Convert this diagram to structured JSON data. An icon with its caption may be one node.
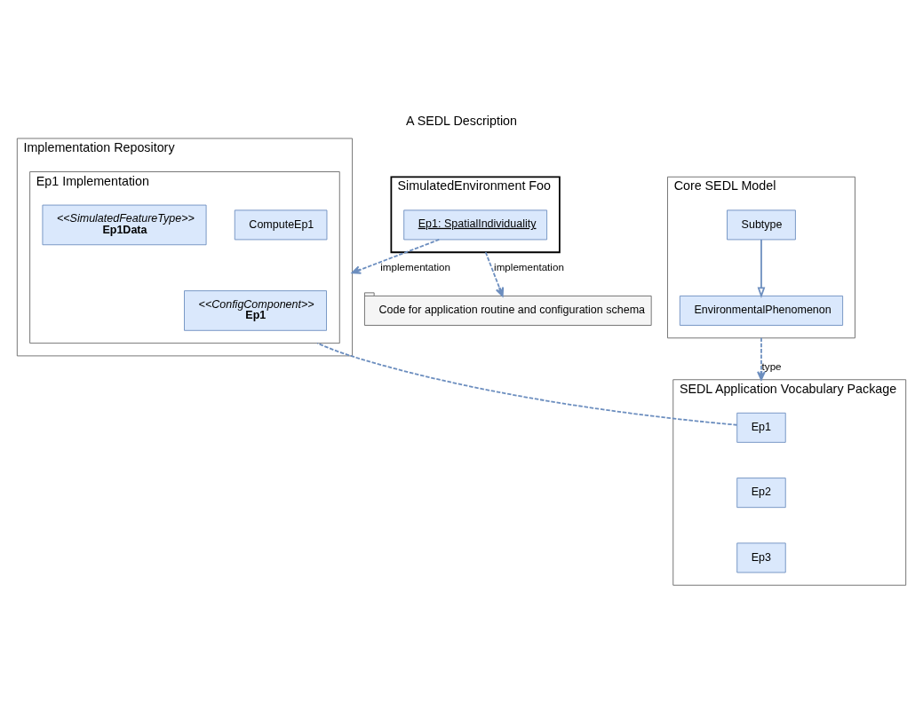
{
  "diagram": {
    "title": "A SEDL Description",
    "nodes": [
      {
        "text": [
          "Core SEDL Model"
        ]
      },
      {
        "text": [
          "EnvironmentalPhenomenon"
        ],
        "in": 0
      },
      {
        "text": [
          "Subtype"
        ],
        "in": 0
      },
      {
        "text": [
          "SimulatedEnvironment Foo"
        ]
      },
      {
        "text": [
          "Ep1: SpatialIndividuality"
        ],
        "in": 3
      },
      {
        "text": [
          "Code for application routine and configuration schema"
        ]
      },
      {
        "text": [
          "SEDL Application Vocabulary Package"
        ]
      },
      {
        "text": [
          "Ep1"
        ],
        "in": 6
      },
      {
        "text": [
          "Ep2"
        ],
        "in": 6
      },
      {
        "text": [
          "Ep3"
        ],
        "in": 6
      },
      {
        "text": [
          "Implementation Repository"
        ]
      },
      {
        "text": [
          "Ep1 Implementation"
        ],
        "in": 10
      },
      {
        "text": [
          "<<ConfigComponent>>",
          "Ep1"
        ],
        "in": 11
      },
      {
        "text": [
          "ComputeEp1"
        ],
        "in": 11
      },
      {
        "text": [
          "<<SimulatedFeatureType>>",
          "Ep1Data"
        ],
        "in": 11
      }
    ],
    "edges": [
      {
        "from": 2,
        "to": 1,
        "arrow": "to"
      },
      {
        "from": 0,
        "to": 6,
        "arrow": "to",
        "label": "type",
        "style": "dashed"
      },
      {
        "from": 3,
        "to": 5,
        "arrow": "to",
        "label": "implementation",
        "style": "dashed"
      },
      {
        "from": 4,
        "to": 10,
        "arrow": "to",
        "label": "implementation",
        "style": "dashed"
      },
      {
        "from": 7,
        "to": 11,
        "arrow": "none",
        "style": "dashed"
      }
    ]
  }
}
